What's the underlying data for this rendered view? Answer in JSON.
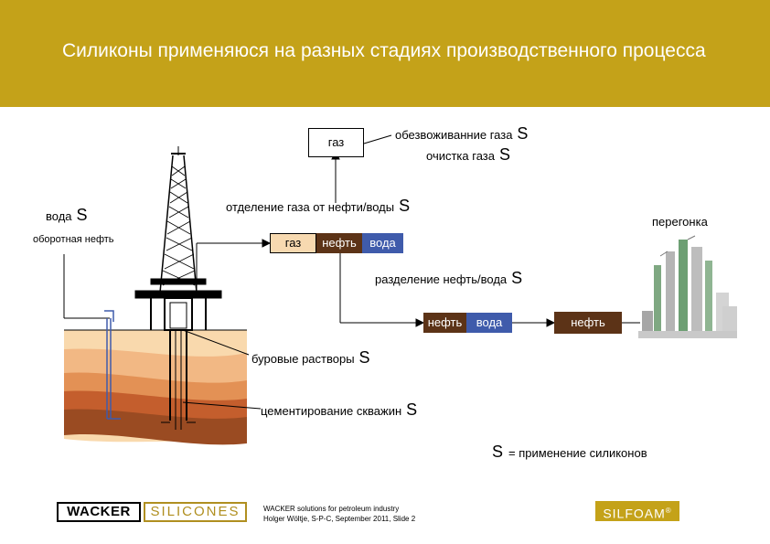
{
  "header": {
    "title": "Силиконы применяюся на разных стадиях производственного процесса"
  },
  "labels": {
    "gas_box": "газ",
    "dehydration": "обезвоживанние газа",
    "gas_cleaning": "очистка газа",
    "water": "вода",
    "recycled_oil": "оборотная нефть",
    "gas_separation": "отделение газа от нефти/воды",
    "distillation": "перегонка",
    "stream_gas": "газ",
    "stream_oil": "нефть",
    "stream_water": "вода",
    "oil_water_separation": "разделение нефть/вода",
    "stream2_oil": "нефть",
    "stream2_water": "вода",
    "product_oil": "нефть",
    "drilling_fluids": "буровые растворы",
    "well_cementing": "цементирование скважин",
    "legend_text": "= применение силиконов"
  },
  "marker": "S",
  "colors": {
    "header": "#c4a219",
    "oil": "#5c3317",
    "water": "#3f5bab",
    "gas": "#f7d9b0"
  },
  "footer": {
    "line1": "WACKER solutions for petroleum industry",
    "line2": "Holger Wöltje, S-P-C, September 2011, Slide 2"
  },
  "logos": {
    "wacker": "WACKER",
    "silicones": "SILICONES",
    "silfoam": "SILFOAM"
  }
}
